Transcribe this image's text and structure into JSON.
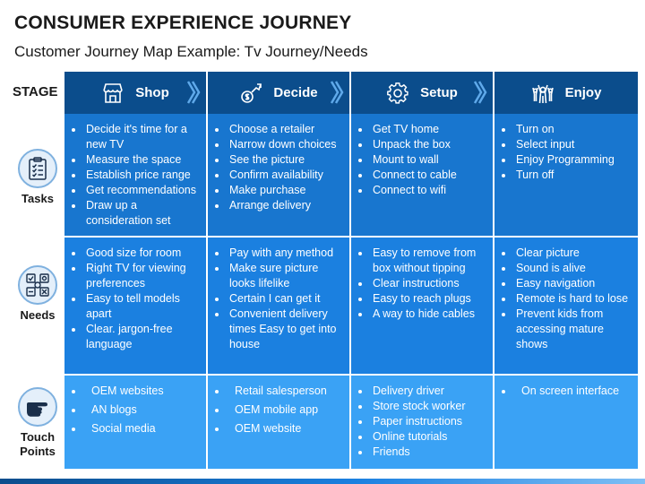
{
  "title": "CONSUMER EXPERIENCE JOURNEY",
  "subtitle": "Customer Journey Map Example: Tv Journey/Needs",
  "stage_label": "STAGE",
  "stages": [
    {
      "name": "Shop",
      "icon": "shop-icon"
    },
    {
      "name": "Decide",
      "icon": "decide-icon"
    },
    {
      "name": "Setup",
      "icon": "gear-icon"
    },
    {
      "name": "Enjoy",
      "icon": "enjoy-icon"
    }
  ],
  "rows": {
    "tasks": {
      "label": "Tasks",
      "icon": "clipboard-checklist-icon",
      "columns": [
        [
          "Decide it's time for a new TV",
          "Measure the space",
          "Establish price range",
          "Get recommendations",
          "Draw up a consideration set"
        ],
        [
          "Choose a retailer",
          "Narrow down choices",
          "See the picture",
          "Confirm availability",
          "Make purchase",
          "Arrange delivery"
        ],
        [
          "Get TV home",
          "Unpack the box",
          "Mount to wall",
          "Connect to cable",
          "Connect to wifi"
        ],
        [
          "Turn on",
          "Select input",
          "Enjoy Programming",
          "Turn off"
        ]
      ]
    },
    "needs": {
      "label": "Needs",
      "icon": "needs-icon",
      "columns": [
        [
          "Good size for room",
          "Right TV for viewing preferences",
          "Easy to tell models apart",
          "Clear. jargon-free language"
        ],
        [
          "Pay with any method",
          "Make sure picture looks lifelike",
          "Certain I can get it",
          "Convenient delivery times Easy to get into house"
        ],
        [
          "Easy to remove from box without tipping",
          "Clear instructions",
          "Easy to reach plugs",
          "A way to hide cables"
        ],
        [
          "Clear picture",
          "Sound is alive",
          "Easy navigation",
          "Remote is hard to lose",
          "Prevent kids from accessing mature shows"
        ]
      ]
    },
    "touch": {
      "label_line1": "Touch",
      "label_line2": "Points",
      "icon": "pointing-hand-icon",
      "columns": [
        [
          "OEM websites",
          "AN blogs",
          "Social media"
        ],
        [
          "Retail salesperson",
          "OEM mobile app",
          "OEM website"
        ],
        [
          "Delivery driver",
          "Store stock worker",
          "Paper instructions",
          "Online tutorials",
          "Friends"
        ],
        [
          "On screen interface"
        ]
      ]
    }
  },
  "colors": {
    "header": "#0b4d8c",
    "tasks_row": "#1876cf",
    "needs_row": "#1b80e0",
    "touch_row": "#3aa2f5"
  }
}
